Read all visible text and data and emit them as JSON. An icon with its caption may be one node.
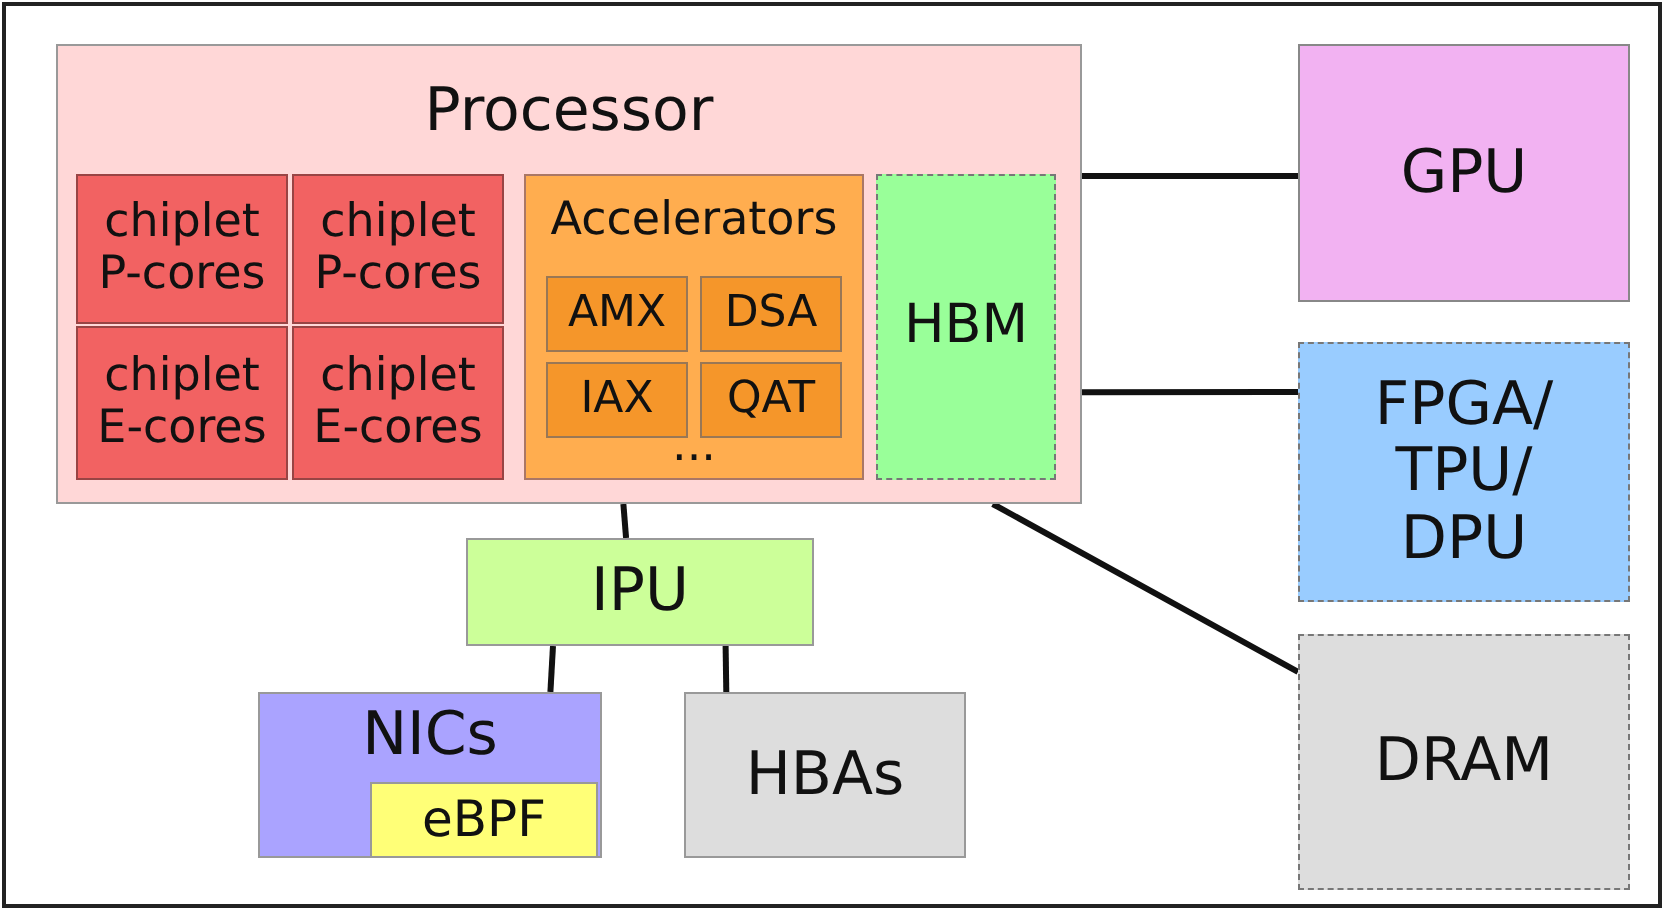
{
  "diagram": {
    "nodes": [
      {
        "text": [
          "Processor"
        ]
      },
      {
        "text": [
          "chiplet P-cores"
        ],
        "in": 0
      },
      {
        "text": [
          "chiplet P-cores"
        ],
        "in": 0
      },
      {
        "text": [
          "chiplet E-cores"
        ],
        "in": 0
      },
      {
        "text": [
          "chiplet E-cores"
        ],
        "in": 0
      },
      {
        "text": [
          "Accelerators",
          "..."
        ],
        "in": 0
      },
      {
        "text": [
          "AMX"
        ],
        "in": 5
      },
      {
        "text": [
          "DSA"
        ],
        "in": 5
      },
      {
        "text": [
          "IAX"
        ],
        "in": 5
      },
      {
        "text": [
          "QAT"
        ],
        "in": 5
      },
      {
        "text": [
          "HBM"
        ],
        "in": 0
      },
      {
        "text": [
          "GPU"
        ]
      },
      {
        "text": [
          "FPGA/ TPU/ DPU"
        ]
      },
      {
        "text": [
          "DRAM"
        ]
      },
      {
        "text": [
          "IPU"
        ]
      },
      {
        "text": [
          "NICs"
        ]
      },
      {
        "text": [
          "eBPF"
        ],
        "in": 15
      },
      {
        "text": [
          "HBAs"
        ]
      }
    ],
    "edges": [
      {
        "from": 0,
        "to": 11,
        "arrow": "none"
      },
      {
        "from": 0,
        "to": 12,
        "arrow": "none"
      },
      {
        "from": 0,
        "to": 13,
        "arrow": "none"
      },
      {
        "from": 0,
        "to": 14,
        "arrow": "none"
      },
      {
        "from": 14,
        "to": 15,
        "arrow": "none"
      },
      {
        "from": 14,
        "to": 17,
        "arrow": "none"
      }
    ]
  }
}
